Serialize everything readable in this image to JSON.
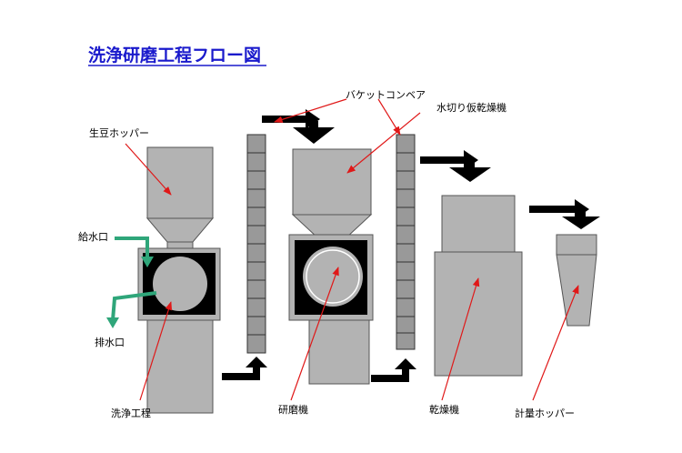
{
  "title": "洗浄研磨工程フロー図",
  "labels": {
    "raw_bean_hopper": "生豆ホッパー",
    "bucket_conveyor": "バケットコンベア",
    "pre_dryer": "水切り仮乾燥機",
    "water_inlet": "給水口",
    "water_outlet": "排水口",
    "washing_process": "洗浄工程",
    "polishing_machine": "研磨機",
    "dryer": "乾燥機",
    "weighing_hopper": "計量ホッパー"
  },
  "colors": {
    "title": "#1a1acc",
    "machine_fill": "#b3b3b3",
    "machine_stroke": "#555555",
    "housing": "#000000",
    "flow_arrow": "#000000",
    "water_arrow": "#2fa67a",
    "pointer": "#e01818"
  }
}
